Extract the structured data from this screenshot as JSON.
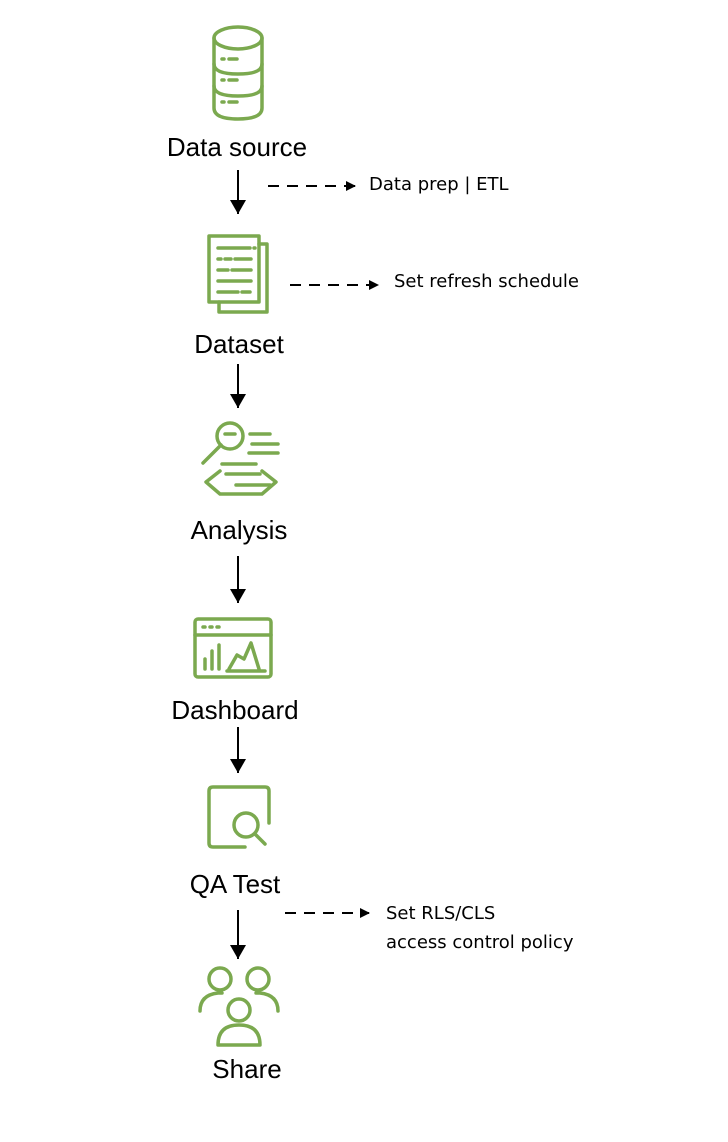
{
  "steps": [
    {
      "label": "Data source",
      "icon": "database-icon"
    },
    {
      "label": "Dataset",
      "icon": "document-icon"
    },
    {
      "label": "Analysis",
      "icon": "analysis-icon"
    },
    {
      "label": "Dashboard",
      "icon": "dashboard-icon"
    },
    {
      "label": "QA Test",
      "icon": "qa-search-icon"
    },
    {
      "label": "Share",
      "icon": "users-icon"
    }
  ],
  "notes": {
    "data_prep": "Data prep | ETL",
    "refresh": "Set refresh schedule",
    "rls_line1": "Set RLS/CLS",
    "rls_line2": "access control policy"
  },
  "colors": {
    "icon": "#7BA94F",
    "arrow": "#000000"
  }
}
